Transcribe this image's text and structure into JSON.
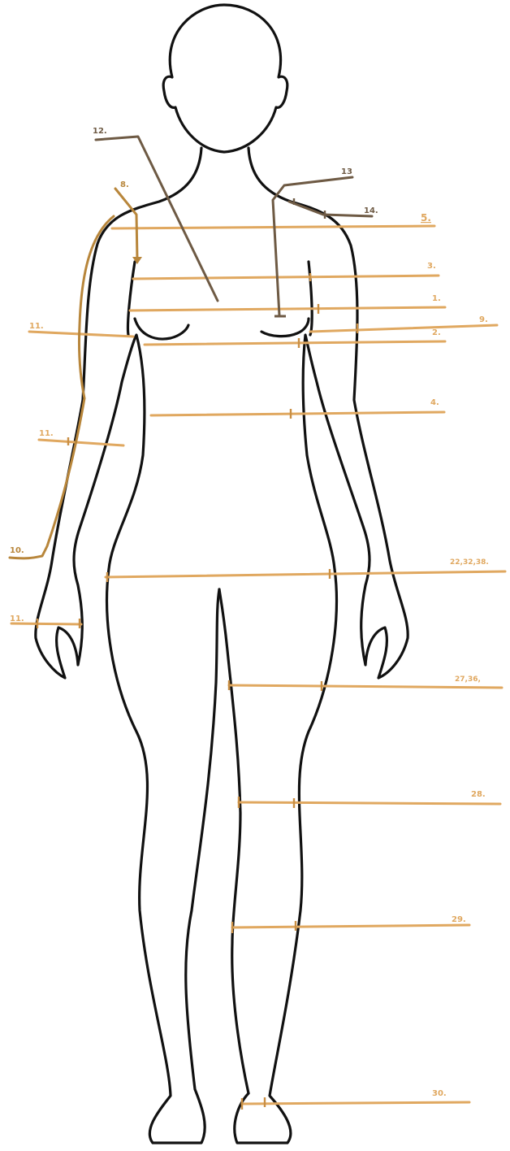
{
  "colors": {
    "outline": "#111111",
    "measure": "#e0a860",
    "measure_dark": "#b8863b",
    "pointer": "#6e5a44"
  },
  "labels": {
    "l1": "1.",
    "l2": "2.",
    "l3": "3.",
    "l4": "4.",
    "l5": "5.",
    "l8": "8.",
    "l9": "9.",
    "l10": "10.",
    "l11a": "11.",
    "l11b": "11.",
    "l11c": "11.",
    "l12": "12.",
    "l13": "13",
    "l14": "14.",
    "l22": "22,32,38.",
    "l27": "27,36,",
    "l28": "28.",
    "l29": "29.",
    "l30": "30."
  }
}
